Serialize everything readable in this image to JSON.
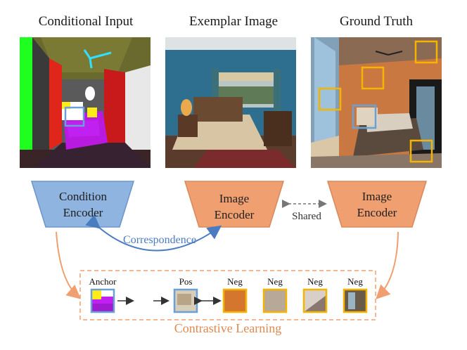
{
  "titles": {
    "conditional": "Conditional Input",
    "exemplar": "Exemplar Image",
    "ground_truth": "Ground Truth"
  },
  "encoders": {
    "condition_line1": "Condition",
    "condition_line2": "Encoder",
    "image1_line1": "Image",
    "image1_line2": "Encoder",
    "image2_line1": "Image",
    "image2_line2": "Encoder",
    "shared": "Shared"
  },
  "correspondence": "Correspondence",
  "contrastive": {
    "title": "Contrastive Learning",
    "anchor": "Anchor",
    "pos": "Pos",
    "neg1": "Neg",
    "neg2": "Neg",
    "neg3": "Neg",
    "neg4": "Neg"
  },
  "colors": {
    "condition_encoder": "#8fb4e0",
    "image_encoder": "#f0a070",
    "correspondence_arrow": "#4a7cc0",
    "orange_arrow": "#f0a070",
    "highlight_box": "#f5b400",
    "anchor_box": "#6aa0d8",
    "contrastive_text": "#e08a4e"
  }
}
